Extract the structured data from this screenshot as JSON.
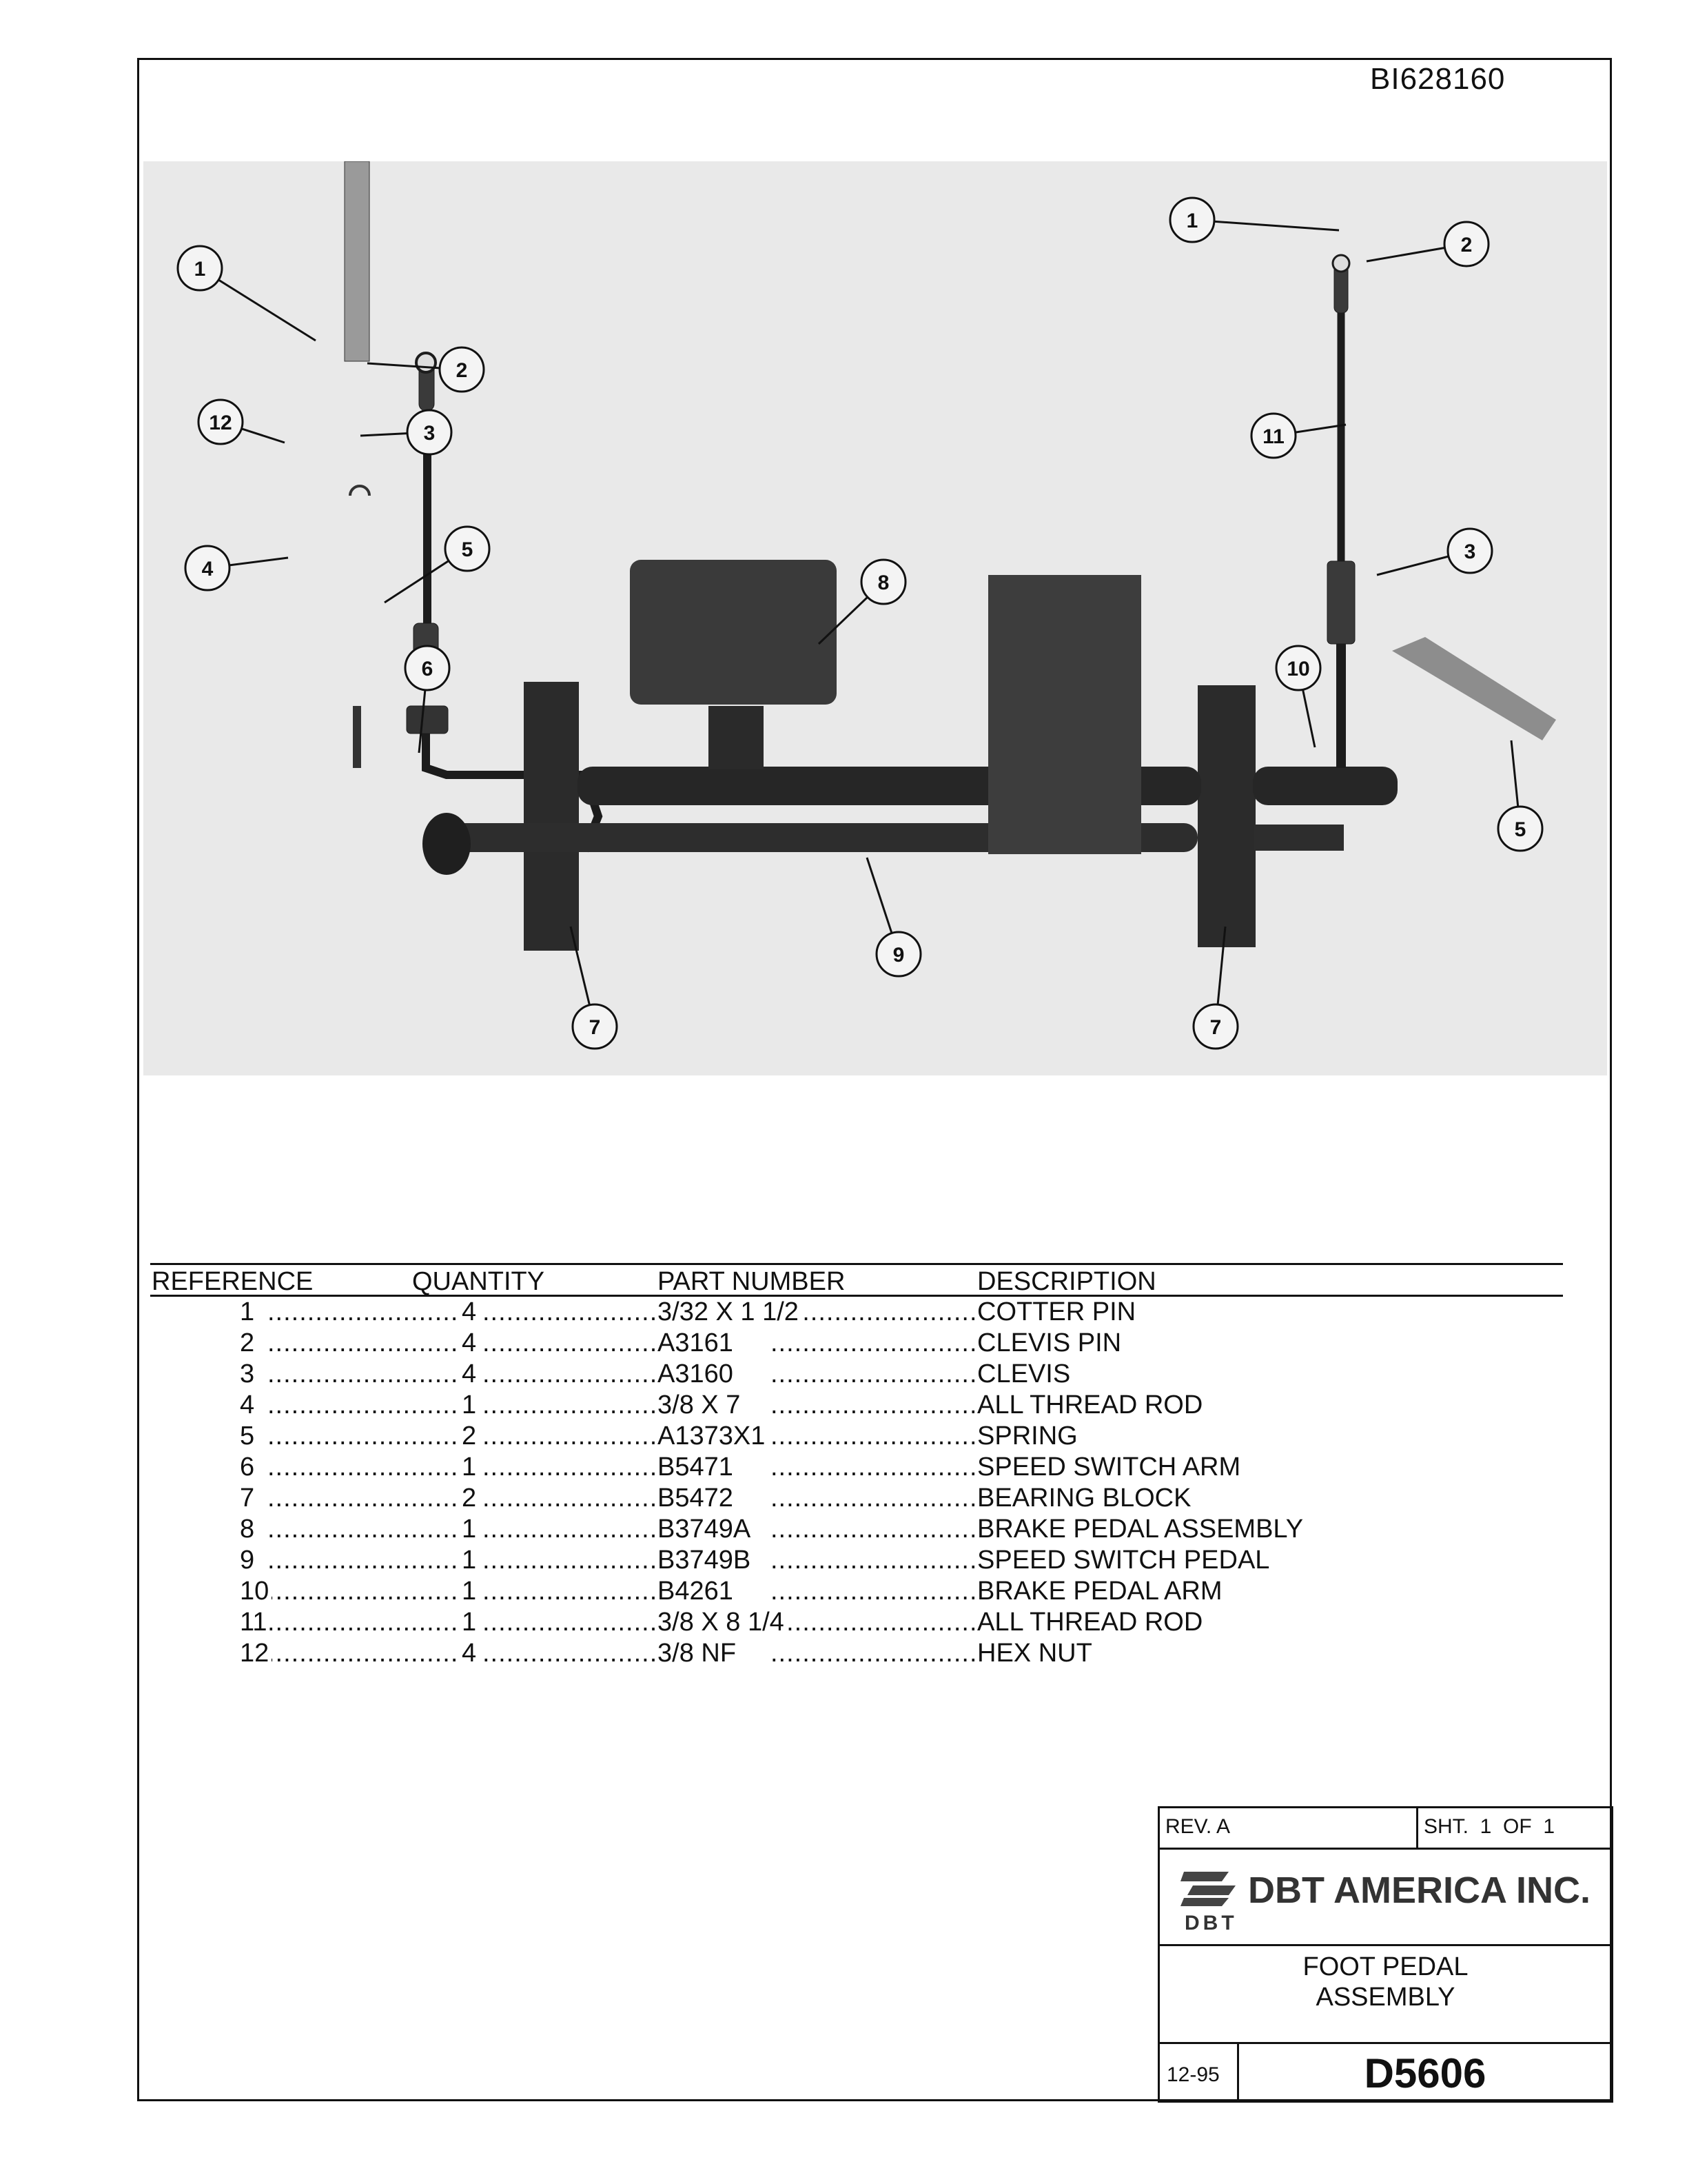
{
  "doc_id": "BI628160",
  "callouts": [
    "1",
    "2",
    "3",
    "4",
    "5",
    "6",
    "7",
    "8",
    "9",
    "10",
    "11",
    "12"
  ],
  "parts_table": {
    "headers": [
      "REFERENCE",
      "QUANTITY",
      "PART NUMBER",
      "DESCRIPTION"
    ],
    "rows": [
      {
        "ref": "1",
        "qty": "4",
        "part": "3/32 X 1 1/2",
        "desc": "COTTER PIN"
      },
      {
        "ref": "2",
        "qty": "4",
        "part": "A3161",
        "desc": "CLEVIS PIN"
      },
      {
        "ref": "3",
        "qty": "4",
        "part": "A3160",
        "desc": "CLEVIS"
      },
      {
        "ref": "4",
        "qty": "1",
        "part": "3/8 X 7",
        "desc": "ALL THREAD ROD"
      },
      {
        "ref": "5",
        "qty": "2",
        "part": "A1373X1",
        "desc": "SPRING"
      },
      {
        "ref": "6",
        "qty": "1",
        "part": "B5471",
        "desc": "SPEED SWITCH ARM"
      },
      {
        "ref": "7",
        "qty": "2",
        "part": "B5472",
        "desc": "BEARING BLOCK"
      },
      {
        "ref": "8",
        "qty": "1",
        "part": "B3749A",
        "desc": "BRAKE PEDAL ASSEMBLY"
      },
      {
        "ref": "9",
        "qty": "1",
        "part": "B3749B",
        "desc": "SPEED SWITCH PEDAL"
      },
      {
        "ref": "10",
        "qty": "1",
        "part": "B4261",
        "desc": "BRAKE PEDAL ARM"
      },
      {
        "ref": "11",
        "qty": "1",
        "part": "3/8 X 8 1/4",
        "desc": "ALL THREAD ROD"
      },
      {
        "ref": "12",
        "qty": "4",
        "part": "3/8 NF",
        "desc": "HEX NUT"
      }
    ]
  },
  "title_block": {
    "rev": "REV. A",
    "sheet": "SHT.  1  OF  1",
    "company": "DBT AMERICA INC.",
    "logo_text": "DBT",
    "title_line1": "FOOT PEDAL",
    "title_line2": "ASSEMBLY",
    "date": "12-95",
    "drawing_number": "D5606"
  },
  "colors": {
    "ink": "#111111",
    "photo_bg": "#e9e9e9",
    "metal": "#2a2a2a"
  }
}
